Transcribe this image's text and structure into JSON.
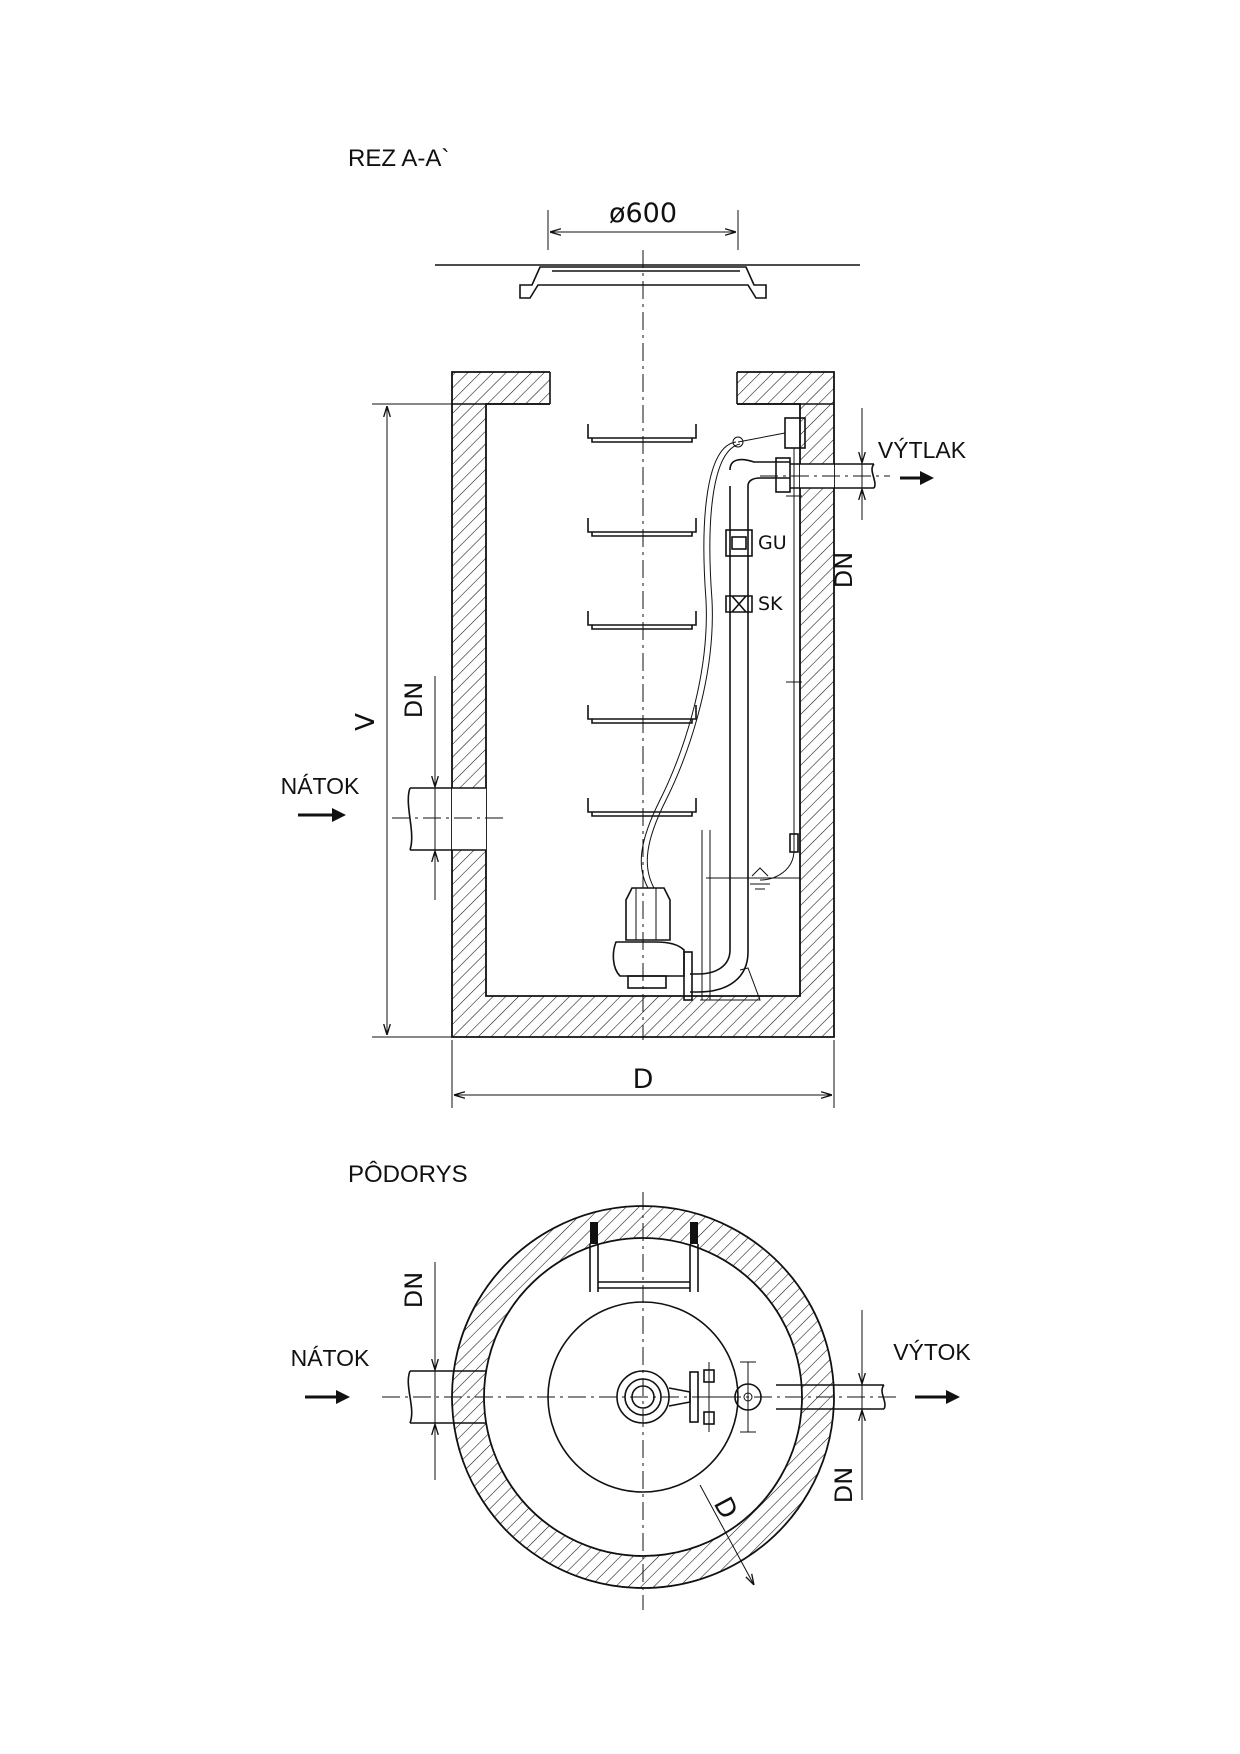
{
  "section_view": {
    "title": "REZ  A-A`",
    "cover_diameter": "ø600",
    "inlet_label": "NÁTOK",
    "outlet_label": "VÝTLAK",
    "inlet_dn": "DN",
    "outlet_dn": "DN",
    "height_label": "V",
    "diameter_label": "D",
    "fitting_gu": "GU",
    "fitting_sk": "SK"
  },
  "plan_view": {
    "title": "PÔDORYS",
    "inlet_label": "NÁTOK",
    "outlet_label": "VÝTOK",
    "inlet_dn": "DN",
    "outlet_dn": "DN",
    "inner_diameter_label": "D"
  }
}
